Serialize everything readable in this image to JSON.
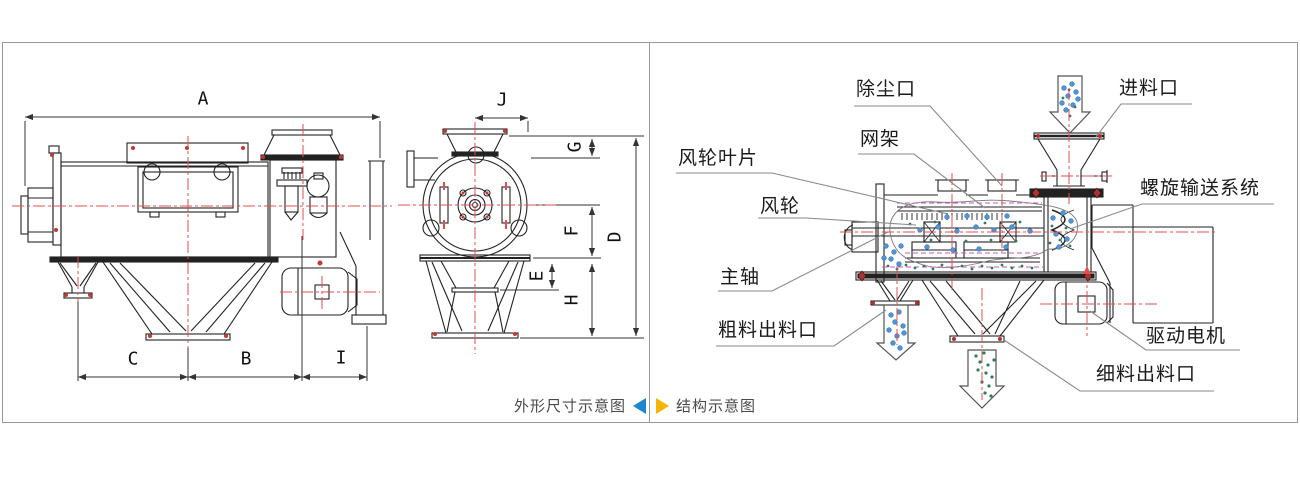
{
  "panels": {
    "dimension_diagram": {
      "caption": "外形尺寸示意图",
      "caption_arrow": "left-blue-triangle",
      "dimension_letters": [
        "A",
        "J",
        "G",
        "F",
        "D",
        "E",
        "H",
        "C",
        "B",
        "I"
      ]
    },
    "structure_diagram": {
      "caption": "结构示意图",
      "caption_arrow": "right-yellow-triangle",
      "part_labels": [
        "除尘口",
        "进料口",
        "网架",
        "风轮叶片",
        "螺旋输送系统",
        "风轮",
        "主轴",
        "粗料出料口",
        "驱动电机",
        "细料出料口"
      ]
    }
  },
  "colors": {
    "accent_blue": "#1c86d1",
    "accent_yellow": "#f7b500",
    "centerline_red": "#e34f4f",
    "bolt_red": "#c23a2e",
    "particle_blue": "#4f94d4",
    "particle_green": "#2f7d5a",
    "mesh_magenta": "#c55ac5",
    "drawing_line": "#222222",
    "leader_gray": "#8a8a8a",
    "panel_border": "#999999"
  }
}
